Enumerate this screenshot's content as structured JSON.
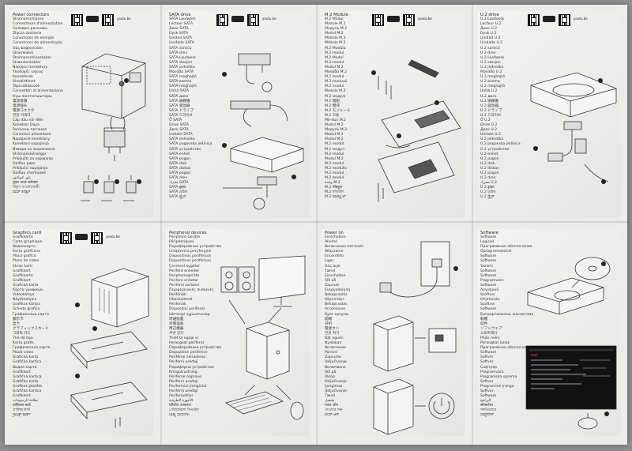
{
  "qr_code_text": "youtu.be",
  "panels": [
    {
      "heading": "Power connectors",
      "labels": [
        "Stromanschlüsse",
        "Connecteurs d'alimentation",
        "Силовые разъемы",
        "Złącza zasilania",
        "Conectores de energía",
        "Conectores de alimentação",
        "Güç bağlayıcıları",
        "Stromkabel",
        "Stromanschlusskabel",
        "Strømkontakter",
        "Napájecí konektory",
        "Υποδοχές ισχύος",
        "Konektorok",
        "Virtaliittimet",
        "Tápcsatlakozók",
        "Connettori di alimentazione",
        "Күш жалғағыштары",
        "電源接頭",
        "电源插头",
        "電源コネクタ",
        "전원 커넥터",
        "Cáp đầu nối điện",
        "Konektor Daya",
        "Разъемы питания",
        "Conectori alimentare",
        "Napájacie konektory",
        "Konektori napajanja",
        "Извори за захранване",
        "Strömanslutningar",
        "Priključki za napajanje",
        "Daifiau pwer",
        "Priključci napajanja",
        "Daifiau chenhuied",
        "باور كونكتور",
        "मुख्य पावर कनेक्टर",
        "বিদ্যুৎ সংযোগকারী",
        "ಪವರ್ ಕನೆಕ್ಟರ್"
      ]
    },
    {
      "heading": "SATA drive",
      "labels": [
        "SATA Laufwerk",
        "Lecteur SATA",
        "Диск SATA",
        "Dysk SATA",
        "Unidad SATA",
        "Unidade SATA",
        "SATA sürücü",
        "SATA-drev",
        "SATA-Laufwerk",
        "SATA stasjon",
        "SATA jednotka",
        "Μονάδα SATA",
        "SATA meghajtó",
        "SATA-asema",
        "SATA-meghajtó",
        "Unità SATA",
        "SATA диск",
        "SATA 磁碟機",
        "SATA 驱动器",
        "SATA ドライブ",
        "SATA 드라이브",
        "Ổ SATA",
        "Drive SATA",
        "Диск SATA",
        "Unitate SATA",
        "SATA jednotka",
        "SATA pogonska jedinica",
        "SATA устройство",
        "SATA-enhet",
        "SATA pogon",
        "SATA disk",
        "SATA diskas",
        "SATA pogon",
        "SATA drev",
        "محرك SATA",
        "SATA ड्राइव",
        "SATA ড্রাইভ",
        "SATA ಡ್ರೈವ್"
      ]
    },
    {
      "heading": "M.2 Module",
      "labels": [
        "M.2 Modul",
        "Module M.2",
        "Модуль M.2",
        "Moduł M.2",
        "Módulo M.2",
        "Módulo M.2",
        "M.2 Modülü",
        "M.2-modul",
        "M.2 Modul",
        "M.2-modul",
        "Modul M.2",
        "Μονάδα M.2",
        "M.2 modul",
        "M.2-moduuli",
        "M.2 modul",
        "Modulo M.2",
        "M.2 модулі",
        "M.2 模組",
        "M.2 模块",
        "M.2 モジュール",
        "M.2 모듈",
        "Mô-đun M.2",
        "Modul M.2",
        "Модуль M.2",
        "Modul M.2",
        "Modul M.2",
        "M.2 modul",
        "M.2 модул",
        "M.2-modul",
        "Modul M.2",
        "M.2 modul",
        "M.2 modulis",
        "M.2 modul",
        "M.2 modul",
        "وحدة M.2",
        "M.2 मॉड्यूल",
        "M.2 মডিউল",
        "M.2 ಮಾಡ್ಯೂಲ್"
      ]
    },
    {
      "heading": "U.2 drive",
      "labels": [
        "U.2 Laufwerk",
        "Lecteur U.2",
        "Диск U.2",
        "Dysk U.2",
        "Unidad U.2",
        "Unidade U.2",
        "U.2 sürücü",
        "U.2-drev",
        "U.2 Laufwerk",
        "U.2 stasjon",
        "U.2 jednotka",
        "Μονάδα U.2",
        "U.2 meghajtó",
        "U.2-asema",
        "U.2 meghajtó",
        "Unità U.2",
        "U.2 диск",
        "U.2 磁碟機",
        "U.2 驱动器",
        "U.2 ドライブ",
        "U.2 드라이브",
        "Ổ U.2",
        "Drive U.2",
        "Диск U.2",
        "Unitate U.2",
        "U.2 jednotka",
        "U.2 pogonska jedinica",
        "U.2 устройство",
        "U.2-enhet",
        "U.2 pogon",
        "U.2 disk",
        "U.2 diskas",
        "U.2 pogon",
        "U.2 drev",
        "محرك U.2",
        "U.2 ड्राइव",
        "U.2 ড্রাইভ",
        "U.2 ಡ್ರೈವ್"
      ]
    },
    {
      "heading": "Graphics card",
      "labels": [
        "Grafikkarte",
        "Carte graphique",
        "Видеокарта",
        "Karta graficzna",
        "Placa gráfica",
        "Placa de vídeo",
        "Ekran kartı",
        "Grafikkort",
        "Grafikkarte",
        "Grafikkort",
        "Grafická karta",
        "Κάρτα γραφικών",
        "Videokártya",
        "Näytönohjain",
        "Grafikus kártya",
        "Scheda grafica",
        "Графикалық карта",
        "顯示卡",
        "显卡",
        "グラフィックスカード",
        "그래픽 카드",
        "Thẻ đồ họa",
        "Kartu grafis",
        "Графическая карта",
        "Placă video",
        "Grafická karta",
        "Grafička kartica",
        "Видео карта",
        "Grafikkort",
        "Grafična kartica",
        "Grafička karta",
        "Grafikos plokštė",
        "Grafička kartica",
        "Grafikkort",
        "بطاقة الرسومات",
        "ग्राफिक्स कार्ड",
        "গ্রাফিক্স কার্ড",
        "ಗ್ರಾಫಿಕ್ಸ್ ಕಾರ್ಡ್"
      ]
    },
    {
      "heading": "Peripheral devices",
      "labels": [
        "Periphere Geräte",
        "Périphériques",
        "Периферийные устройства",
        "Urządzenia peryferyjne",
        "Dispositivos periféricos",
        "Dispositivos periféricos",
        "Çevresel aygıtlar",
        "Perifere enheder",
        "Peripheriegeräte",
        "Perifere enheter",
        "Periferní zařízení",
        "Περιφερειακές συσκευές",
        "Perifériák",
        "Oheislaitteet",
        "Periferiák",
        "Dispositivi periferici",
        "Шеткері құрылғылар",
        "周邊裝置",
        "外围设备",
        "周辺機器",
        "주변 장치",
        "Thiết bị ngoại vi",
        "Perangkat periferal",
        "Периферийные устройства",
        "Dispozitive periferice",
        "Periférne zariadenia",
        "Periferni uređaji",
        "Периферни устройства",
        "Kringutrustning",
        "Periferne naprave",
        "Periferni uređaji",
        "Periferiniai įrenginiai",
        "Periferni uređaji",
        "Periferiudstyr",
        "الأجهزة الطرفية",
        "परिधीय उपकरण",
        "পেরিফেরাল ডিভাইস",
        "ಬಾಹ್ಯ ಸಾಧನಗಳು"
      ]
    },
    {
      "heading": "Power on",
      "labels": [
        "Einschalten",
        "Allumé",
        "Включение питания",
        "Włączanie",
        "Encendido",
        "Ligar",
        "Güç açık",
        "Tænd",
        "Einschalten",
        "Slå på",
        "Zapnutí",
        "Ενεργοποίηση",
        "Bekapcsolás",
        "Käynnistys",
        "Bekapcsolás",
        "Accensione",
        "Қуат қосулы",
        "開機",
        "开机",
        "電源オン",
        "전원 켜기",
        "Bật nguồn",
        "Nyalakan",
        "Включение",
        "Pornire",
        "Zapnutie",
        "Uključivanje",
        "Включване",
        "Slå på",
        "Vklop",
        "Uključivanje",
        "Įjungimas",
        "Uključivanje",
        "Tænd",
        "تشغيل",
        "पावर ऑन",
        "পাওয়ার অন",
        "ಪವರ್ ಆನ್"
      ]
    },
    {
      "heading": "Software",
      "labels": [
        "Software",
        "Logiciel",
        "Программное обеспечение",
        "Oprogramowanie",
        "Software",
        "Software",
        "Yazılım",
        "Software",
        "Software",
        "Programvare",
        "Software",
        "Λογισμικό",
        "Szoftver",
        "Ohjelmisto",
        "Szoftver",
        "Software",
        "Бағдарламалық жасақтама",
        "軟體",
        "软件",
        "ソフトウェア",
        "소프트웨어",
        "Phần mềm",
        "Perangkat lunak",
        "Программное обеспечение",
        "Software",
        "Softvér",
        "Softver",
        "Софтуер",
        "Programvara",
        "Programska oprema",
        "Softver",
        "Programinė įranga",
        "Softver",
        "Software",
        "البرامج",
        "सॉफ्टवेयर",
        "সফটওয়্যার",
        "ಸಾಫ್ಟ್‌ವೇರ್"
      ]
    }
  ]
}
